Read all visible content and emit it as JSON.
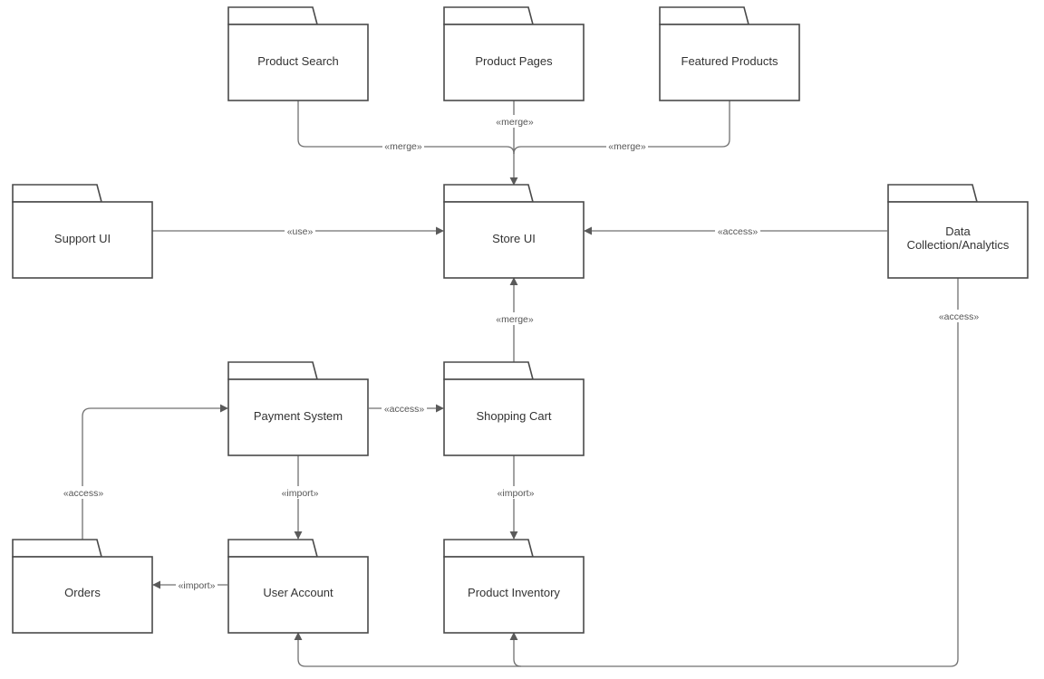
{
  "packages": {
    "product_search": "Product Search",
    "product_pages": "Product Pages",
    "featured_products": "Featured Products",
    "support_ui": "Support UI",
    "store_ui": "Store UI",
    "data_analytics_line1": "Data",
    "data_analytics_line2": "Collection/Analytics",
    "payment_system": "Payment System",
    "shopping_cart": "Shopping Cart",
    "orders": "Orders",
    "user_account": "User Account",
    "product_inventory": "Product Inventory"
  },
  "relations": {
    "search_to_store": "«merge»",
    "pages_to_store": "«merge»",
    "featured_to_store": "«merge»",
    "support_to_store": "«use»",
    "analytics_to_store": "«access»",
    "cart_to_store": "«merge»",
    "payment_to_cart": "«access»",
    "analytics_to_account_inventory": "«access»",
    "orders_to_payment": "«access»",
    "payment_to_account": "«import»",
    "cart_to_inventory": "«import»",
    "account_to_orders": "«import»"
  },
  "colors": {
    "outline": "#4a4a4a",
    "connector": "#707070",
    "text": "#333333"
  }
}
